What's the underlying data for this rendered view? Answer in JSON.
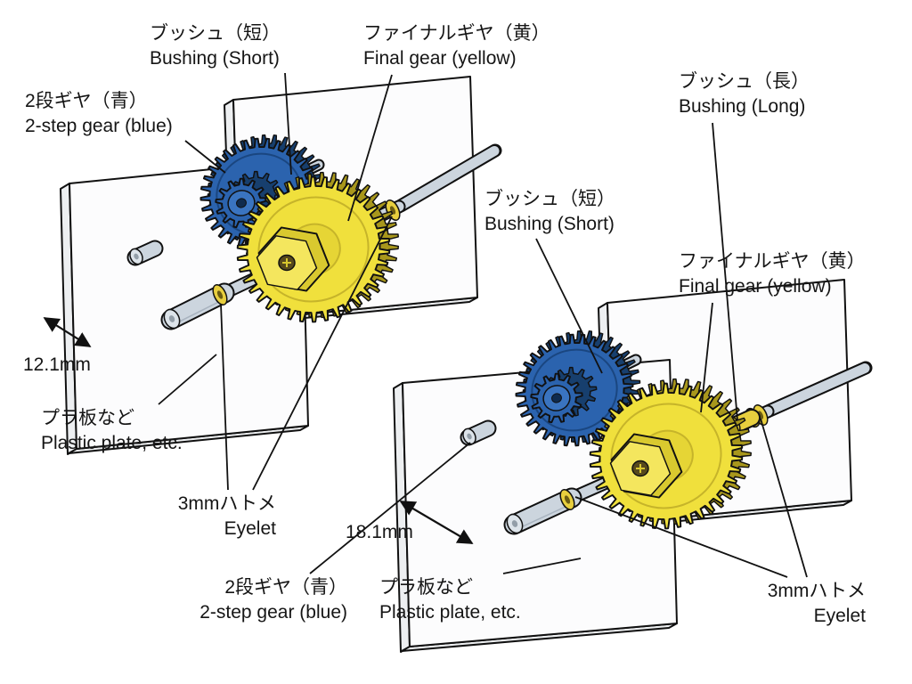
{
  "figure": {
    "background": "#ffffff",
    "ink": "#111111"
  },
  "colors": {
    "gear_blue": "#2b63ae",
    "gear_yellow": "#f0e03c",
    "shaft_gray": "#ccd5de",
    "eyelet_yellow": "#e8cf3e",
    "plate_white": "#fcfcfd"
  },
  "labels": {
    "left_bushing_short": {
      "jp": "ブッシュ（短）",
      "en": "Bushing (Short)"
    },
    "left_final_gear": {
      "jp": "ファイナルギヤ（黄）",
      "en": "Final gear (yellow)"
    },
    "left_two_step": {
      "jp": "2段ギヤ（青）",
      "en": "2-step gear (blue)"
    },
    "left_dimension": {
      "value": "12.1mm"
    },
    "left_plate": {
      "jp": "プラ板など",
      "en": "Plastic plate, etc."
    },
    "left_eyelet": {
      "jp": "3mmハトメ",
      "en": "Eyelet"
    },
    "right_bushing_long": {
      "jp": "ブッシュ（長）",
      "en": "Bushing (Long)"
    },
    "right_bushing_short": {
      "jp": "ブッシュ（短）",
      "en": "Bushing (Short)"
    },
    "right_final_gear": {
      "jp": "ファイナルギヤ（黄）",
      "en": "Final gear (yellow)"
    },
    "right_dimension": {
      "value": "18.1mm"
    },
    "right_two_step": {
      "jp": "2段ギヤ（青）",
      "en": "2-step gear (blue)"
    },
    "right_plate": {
      "jp": "プラ板など",
      "en": "Plastic plate, etc."
    },
    "right_eyelet": {
      "jp": "3mmハトメ",
      "en": "Eyelet"
    }
  }
}
